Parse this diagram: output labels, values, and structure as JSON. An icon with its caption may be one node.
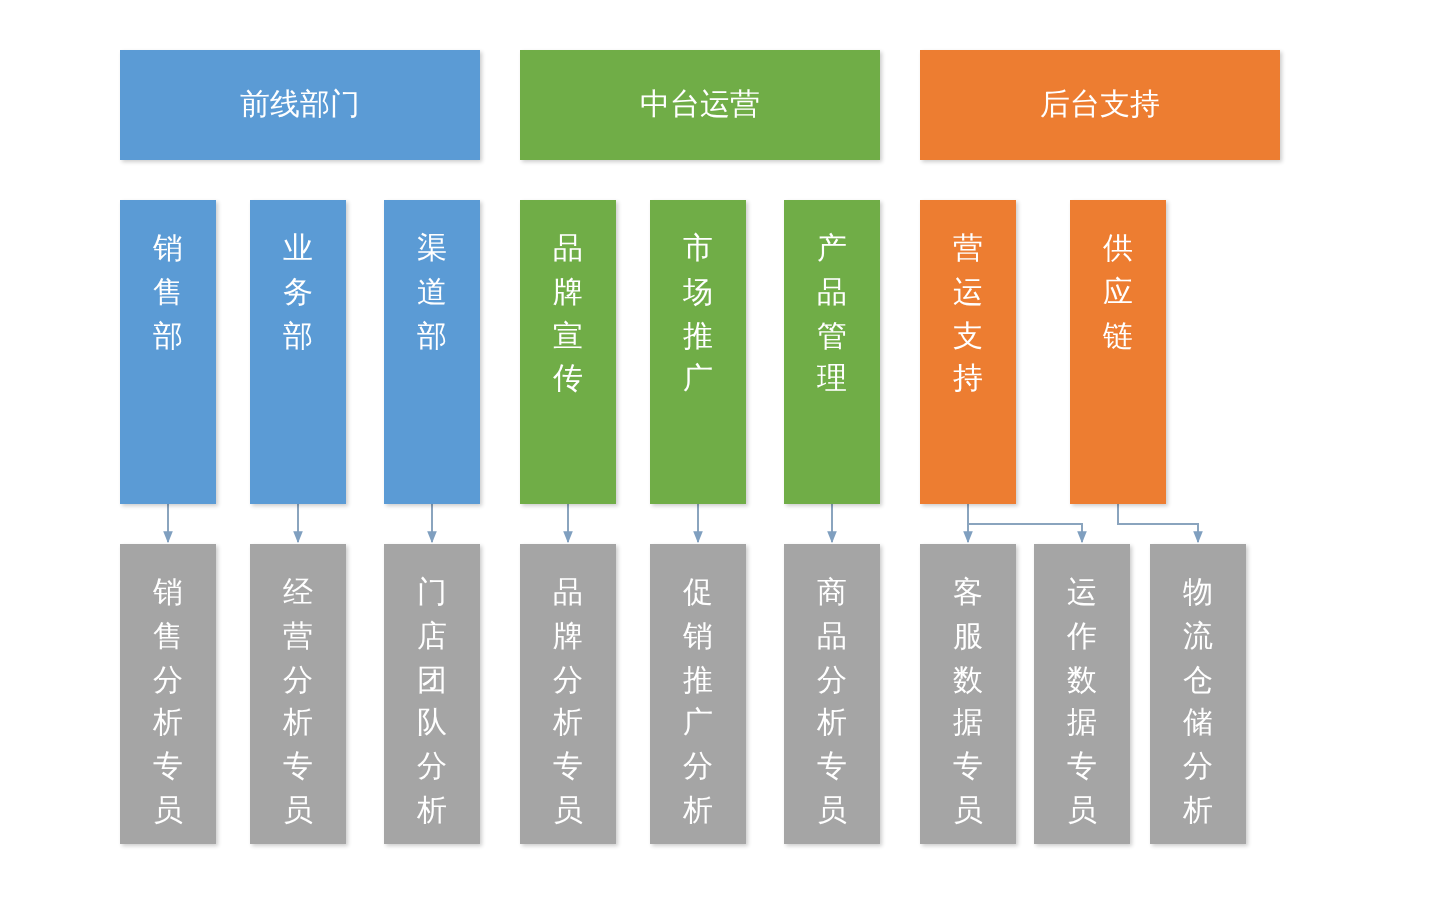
{
  "diagram": {
    "nodes": [
      {
        "text": [
          "前线部门"
        ]
      },
      {
        "text": [
          "中台运营"
        ]
      },
      {
        "text": [
          "后台支持"
        ]
      },
      {
        "text": [
          "销售部"
        ]
      },
      {
        "text": [
          "业务部"
        ]
      },
      {
        "text": [
          "渠道部"
        ]
      },
      {
        "text": [
          "品牌宣传"
        ]
      },
      {
        "text": [
          "市场推广"
        ]
      },
      {
        "text": [
          "产品管理"
        ]
      },
      {
        "text": [
          "营运支持"
        ]
      },
      {
        "text": [
          "供应链"
        ]
      },
      {
        "text": [
          "销售分析专员"
        ]
      },
      {
        "text": [
          "经营分析专员"
        ]
      },
      {
        "text": [
          "门店团队分析"
        ]
      },
      {
        "text": [
          "品牌分析专员"
        ]
      },
      {
        "text": [
          "促销推广分析"
        ]
      },
      {
        "text": [
          "商品分析专员"
        ]
      },
      {
        "text": [
          "客服数据专员"
        ]
      },
      {
        "text": [
          "运作数据专员"
        ]
      },
      {
        "text": [
          "物流仓储分析"
        ]
      }
    ],
    "edges": [
      {
        "from": 3,
        "to": 11,
        "arrow": "to"
      },
      {
        "from": 4,
        "to": 12,
        "arrow": "to"
      },
      {
        "from": 5,
        "to": 13,
        "arrow": "to"
      },
      {
        "from": 6,
        "to": 14,
        "arrow": "to"
      },
      {
        "from": 7,
        "to": 15,
        "arrow": "to"
      },
      {
        "from": 8,
        "to": 16,
        "arrow": "to"
      },
      {
        "from": 9,
        "to": 17,
        "arrow": "to"
      },
      {
        "from": 9,
        "to": 18,
        "arrow": "to"
      },
      {
        "from": 10,
        "to": 19,
        "arrow": "to"
      }
    ]
  }
}
